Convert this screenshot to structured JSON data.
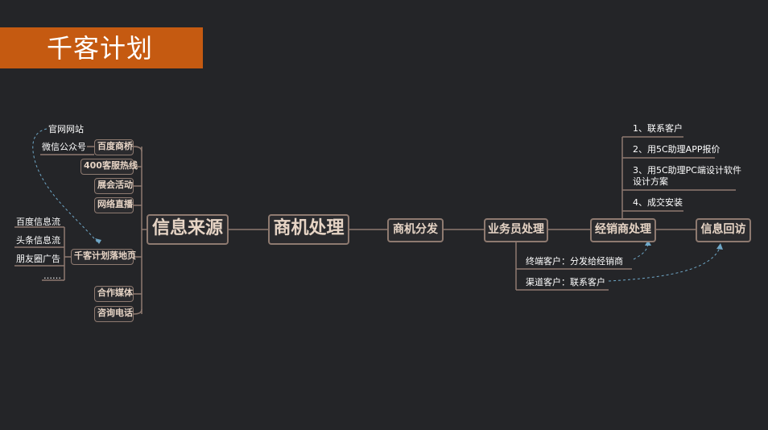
{
  "title": "千客计划",
  "nodes": {
    "xinxi_laiyuan": "信息来源",
    "shangji_chuli": "商机处理",
    "shangji_fenfa": "商机分发",
    "yewuyuan_chuli": "业务员处理",
    "jingxiaoshang_chuli": "经销商处理",
    "xinxi_huifang": "信息回访"
  },
  "sources": {
    "baidu_shangqiao": "百度商桥",
    "hotline_400": "400客服热线",
    "zhanhui": "展会活动",
    "wangluo_zhibo": "网络直播",
    "qianke_luodiye": "千客计划落地页",
    "hezuo_meiti": "合作媒体",
    "zixun_dianhua": "咨询电话"
  },
  "sub_sources": {
    "guanwang": "官网网站",
    "weixin": "微信公众号",
    "baidu_xinxiliu": "百度信息流",
    "toutiao_xinxiliu": "头条信息流",
    "pengyouquan": "朋友圈广告",
    "ellipsis": "……"
  },
  "dealer_steps": [
    "1、联系客户",
    "2、用5C助理APP报价",
    "3、用5C助理PC端设计软件",
    "设计方案",
    "4、成交安装"
  ],
  "salesman_branches": {
    "terminal": "终端客户：分发给经销商",
    "channel": "渠道客户：联系客户"
  },
  "colors": {
    "background": "#242528",
    "banner": "#c55a11",
    "box_border": "#8e7a70",
    "box_text": "#e6d4c5",
    "line": "#8e7a70",
    "dashed": "#6fa8c8"
  }
}
